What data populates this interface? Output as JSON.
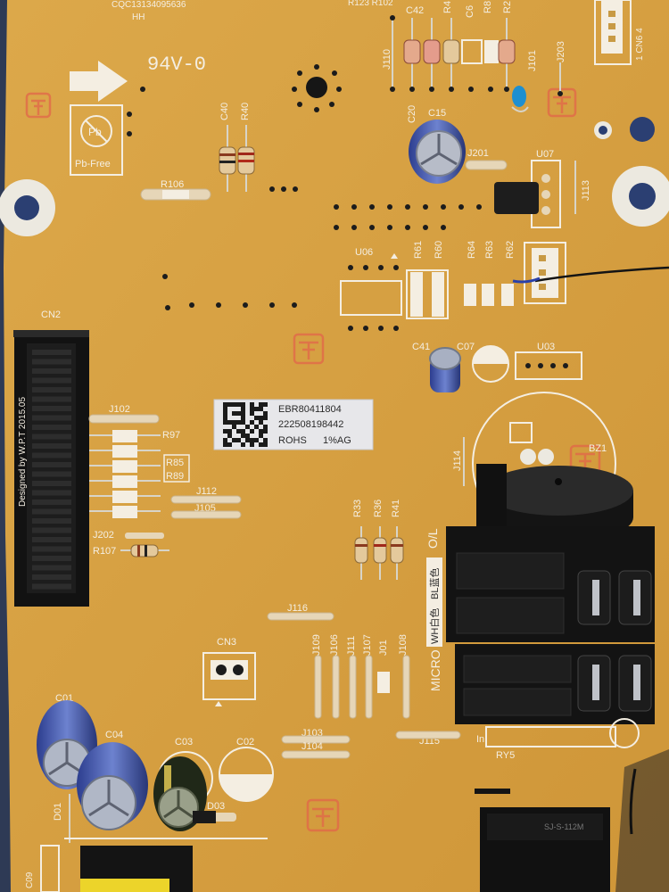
{
  "board": {
    "colors": {
      "substrate": "#d9a548",
      "substrate_dark": "#c88f33",
      "silkscreen": "#f4eee2",
      "copper_pad": "#e6d6b8",
      "connector_black": "#121212",
      "background": "#2e3a55"
    },
    "top_text": {
      "serial_partial": "CQC13134095636",
      "hh": "HH",
      "ref_partial": "R123 R102"
    },
    "flammability": "94V-0",
    "lead_free": "Pb-Free",
    "designer_note": "Designed by W.P.T 2015.05",
    "sticker": {
      "part_number": "EBR80411804",
      "serial": "222508198442",
      "rohs": "ROHS",
      "ag": "1%AG"
    },
    "markings": {
      "switch_ol": "O/L",
      "micro": "MICRO",
      "bl": "BL蓝色",
      "wh": "WH白色",
      "ln": "In",
      "cn64": "1 CN6 4"
    },
    "refs": {
      "C40": "C40",
      "R40": "R40",
      "R106": "R106",
      "J110": "J110",
      "C42": "C42",
      "R4": "R4",
      "C6": "C6",
      "R8": "R8",
      "R2": "R2",
      "J101": "J101",
      "J203": "J203",
      "C20": "C20",
      "C15": "C15",
      "J201": "J201",
      "U07": "U07",
      "J113": "J113",
      "U06": "U06",
      "R61": "R61",
      "R60": "R60",
      "R64": "R64",
      "R63": "R63",
      "R62": "R62",
      "C41": "C41",
      "C07": "C07",
      "U03": "U03",
      "CN2": "CN2",
      "J102": "J102",
      "R97": "R97",
      "R85": "R85",
      "R89": "R89",
      "J112": "J112",
      "J105": "J105",
      "J202": "J202",
      "R107": "R107",
      "J114": "J114",
      "BZ1": "BZ1",
      "R33": "R33",
      "R36": "R36",
      "R41": "R41",
      "J116": "J116",
      "J109": "J109",
      "J106": "J106",
      "J111": "J111",
      "J107": "J107",
      "J01": "J01",
      "J108": "J108",
      "CN3": "CN3",
      "C01": "C01",
      "C04": "C04",
      "C03": "C03",
      "C02": "C02",
      "J103": "J103",
      "J104": "J104",
      "J115": "J115",
      "RY5": "RY5",
      "D01": "D01",
      "D03": "D03",
      "C09": "C09"
    }
  }
}
